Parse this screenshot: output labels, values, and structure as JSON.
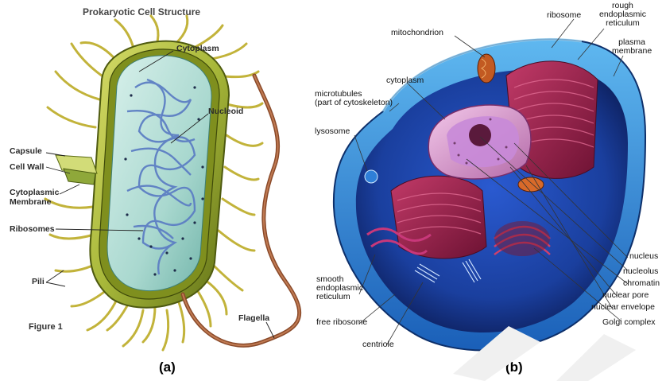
{
  "panel_a": {
    "title": "Prokaryotic Cell Structure",
    "figure_label": "Figure 1",
    "caption": "(a)",
    "labels": {
      "cytoplasm": "Cytoplasm",
      "nucleoid": "Nucleoid",
      "capsule": "Capsule",
      "cell_wall": "Cell Wall",
      "cytoplasmic_membrane": "Cytoplasmic\nMembrane",
      "ribosomes": "Ribosomes",
      "pili": "Pili",
      "flagella": "Flagella"
    }
  },
  "panel_b": {
    "caption": "(b)",
    "labels": {
      "ribosome": "ribosome",
      "rough_er": "rough\nendoplasmic\nreticulum",
      "mitochondrion": "mitochondrion",
      "plasma_membrane": "plasma\nmembrane",
      "cytoplasm": "cytoplasm",
      "microtubules": "microtubules\n(part of cytoskeleton)",
      "lysosome": "lysosome",
      "nucleus": "nucleus",
      "nucleolus": "nucleolus",
      "chromatin": "chromatin",
      "smooth_er": "smooth\nendoplasmic\nreticulum",
      "nuclear_pore": "nuclear pore",
      "nuclear_envelope": "nuclear envelope",
      "free_ribosome": "free ribosome",
      "golgi_complex": "Golgi complex",
      "centriole": "centriole"
    }
  },
  "colors": {
    "capsule_green": "#a8b83a",
    "cytoplasm_teal": "#a9d8cf",
    "nucleoid_blue": "#5d7fc4",
    "cell_blue": "#1a3f9e",
    "cell_dark": "#0d1f5c",
    "organelle_red": "#9e1e4a",
    "nucleus_pink": "#e6a8d8"
  }
}
